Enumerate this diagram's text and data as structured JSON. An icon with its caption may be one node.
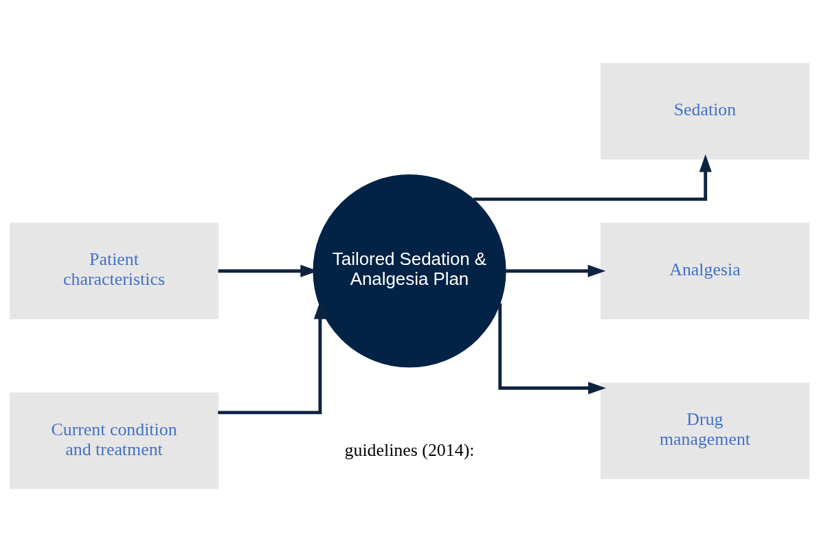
{
  "diagram": {
    "nodes": [
      {
        "text": [
          "Patient characteristics"
        ]
      },
      {
        "text": [
          "Current condition and treatment"
        ]
      },
      {
        "text": [
          "Tailored Sedation & Analgesia Plan"
        ]
      },
      {
        "text": [
          "Sedation"
        ]
      },
      {
        "text": [
          "Analgesia"
        ]
      },
      {
        "text": [
          "Drug management"
        ]
      }
    ],
    "edges": [
      {
        "from": 0,
        "to": 2,
        "arrow": "to"
      },
      {
        "from": 1,
        "to": 2,
        "arrow": "to"
      },
      {
        "from": 2,
        "to": 3,
        "arrow": "to"
      },
      {
        "from": 2,
        "to": 4,
        "arrow": "to"
      },
      {
        "from": 2,
        "to": 5,
        "arrow": "to"
      }
    ],
    "labels": [
      "guidelines (2014):"
    ]
  }
}
